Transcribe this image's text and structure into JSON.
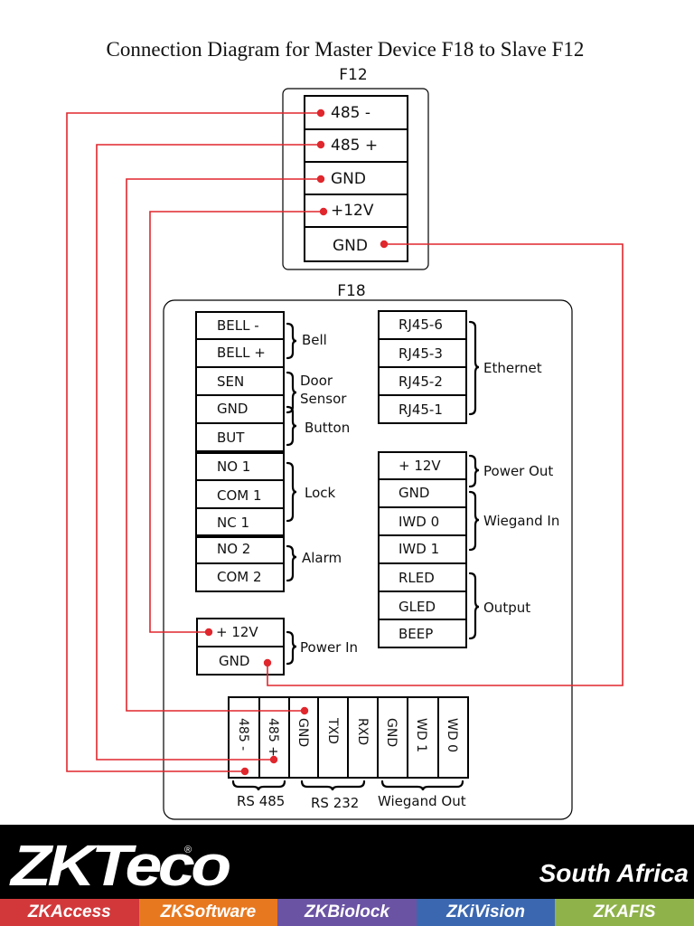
{
  "title": "Connection Diagram for Master Device F18 to Slave F12",
  "f12": {
    "label": "F12",
    "terminals": [
      "485 -",
      "485 +",
      "GND",
      "+12V",
      "GND"
    ]
  },
  "f18": {
    "label": "F18",
    "left_terminals": [
      "BELL -",
      "BELL +",
      "SEN",
      "GND",
      "BUT",
      "NO 1",
      "COM 1",
      "NC 1",
      "NO 2",
      "COM 2"
    ],
    "left_groups": [
      "Bell",
      "Door",
      "Sensor",
      "Button",
      "Lock",
      "Alarm"
    ],
    "right_terminals": [
      "RJ45-6",
      "RJ45-3",
      "RJ45-2",
      "RJ45-1",
      "+ 12V",
      "GND",
      "IWD 0",
      "IWD 1",
      "RLED",
      "GLED",
      "BEEP"
    ],
    "right_groups": [
      "Ethernet",
      "Power Out",
      "Wiegand In",
      "Output"
    ],
    "power_terminals": [
      "+ 12V",
      "GND"
    ],
    "power_group": "Power In",
    "bottom_terminals": [
      "485 -",
      "485 +",
      "GND",
      "TXD",
      "RXD",
      "GND",
      "WD 1",
      "WD 0"
    ],
    "bottom_groups": [
      "RS 485",
      "RS 232",
      "Wiegand Out"
    ]
  },
  "colors": {
    "wire": "#e0272d",
    "outline": "#000000",
    "footer_bg": "#000000"
  },
  "footer": {
    "logo": "ZKTeco",
    "region": "South Africa",
    "products": [
      {
        "name": "ZKAccess",
        "color": "#d2383a"
      },
      {
        "name": "ZKSoftware",
        "color": "#e7781f"
      },
      {
        "name": "ZKBiolock",
        "color": "#6a53a3"
      },
      {
        "name": "ZKiVision",
        "color": "#3b67b0"
      },
      {
        "name": "ZKAFIS",
        "color": "#8fb24a"
      }
    ]
  }
}
